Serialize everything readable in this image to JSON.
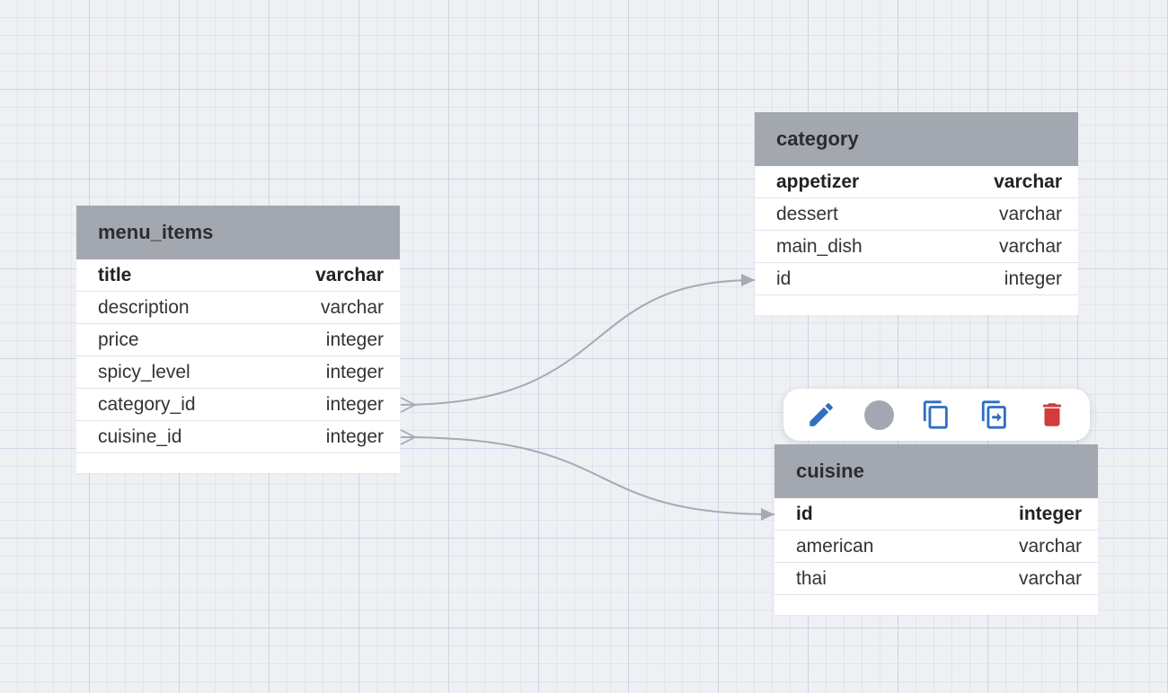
{
  "tables": {
    "menu_items": {
      "name": "menu_items",
      "fields": [
        {
          "name": "title",
          "type": "varchar",
          "pk": true
        },
        {
          "name": "description",
          "type": "varchar"
        },
        {
          "name": "price",
          "type": "integer"
        },
        {
          "name": "spicy_level",
          "type": "integer"
        },
        {
          "name": "category_id",
          "type": "integer"
        },
        {
          "name": "cuisine_id",
          "type": "integer"
        }
      ]
    },
    "category": {
      "name": "category",
      "fields": [
        {
          "name": "appetizer",
          "type": "varchar",
          "pk": true
        },
        {
          "name": "dessert",
          "type": "varchar"
        },
        {
          "name": "main_dish",
          "type": "varchar"
        },
        {
          "name": "id",
          "type": "integer"
        }
      ]
    },
    "cuisine": {
      "name": "cuisine",
      "fields": [
        {
          "name": "id",
          "type": "integer",
          "pk": true
        },
        {
          "name": "american",
          "type": "varchar"
        },
        {
          "name": "thai",
          "type": "varchar"
        }
      ]
    }
  },
  "relations": [
    {
      "from": "menu_items.category_id",
      "to": "category.id"
    },
    {
      "from": "menu_items.cuisine_id",
      "to": "cuisine.id"
    }
  ],
  "toolbar": {
    "tools": [
      {
        "icon": "pencil-icon",
        "color": "#2f6fc0"
      },
      {
        "icon": "circle-icon",
        "color": "#a3a8b0"
      },
      {
        "icon": "copy-icon",
        "color": "#2f6fc0"
      },
      {
        "icon": "duplicate-icon",
        "color": "#2f6fc0"
      },
      {
        "icon": "trash-icon",
        "color": "#d23c3c"
      }
    ]
  },
  "colors": {
    "header_bg": "#a3a8b0",
    "connector": "#a6aab2",
    "canvas_bg": "#eef0f4"
  }
}
